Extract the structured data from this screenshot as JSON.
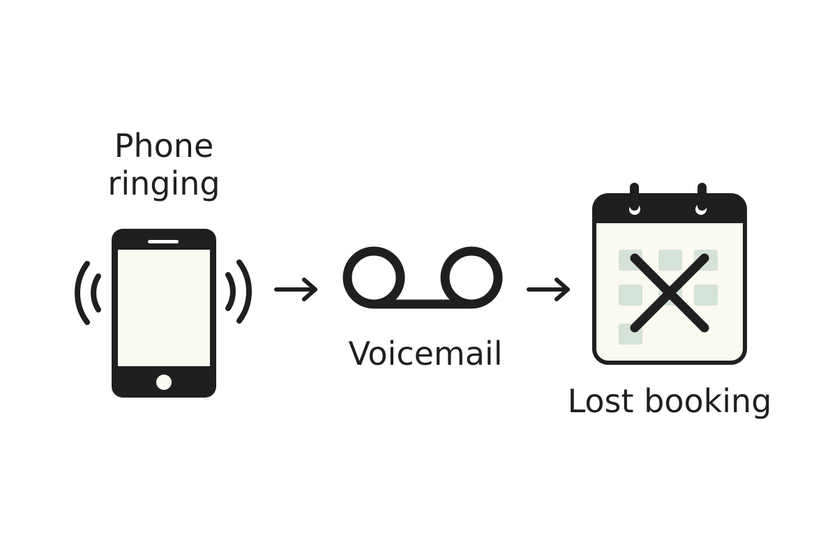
{
  "steps": [
    {
      "id": "phone",
      "label_line1": "Phone",
      "label_line2": "ringing",
      "icon": "smartphone-ringing-icon"
    },
    {
      "id": "voicemail",
      "label": "Voicemail",
      "icon": "voicemail-icon"
    },
    {
      "id": "lost-booking",
      "label": "Lost booking",
      "icon": "calendar-cancelled-icon"
    }
  ],
  "connectors": [
    "arrow-right-icon",
    "arrow-right-icon"
  ],
  "colors": {
    "stroke": "#1f1f1f",
    "screen_fill": "#fbfaf0",
    "calendar_cell": "#d4e2d8",
    "background": "#ffffff"
  }
}
